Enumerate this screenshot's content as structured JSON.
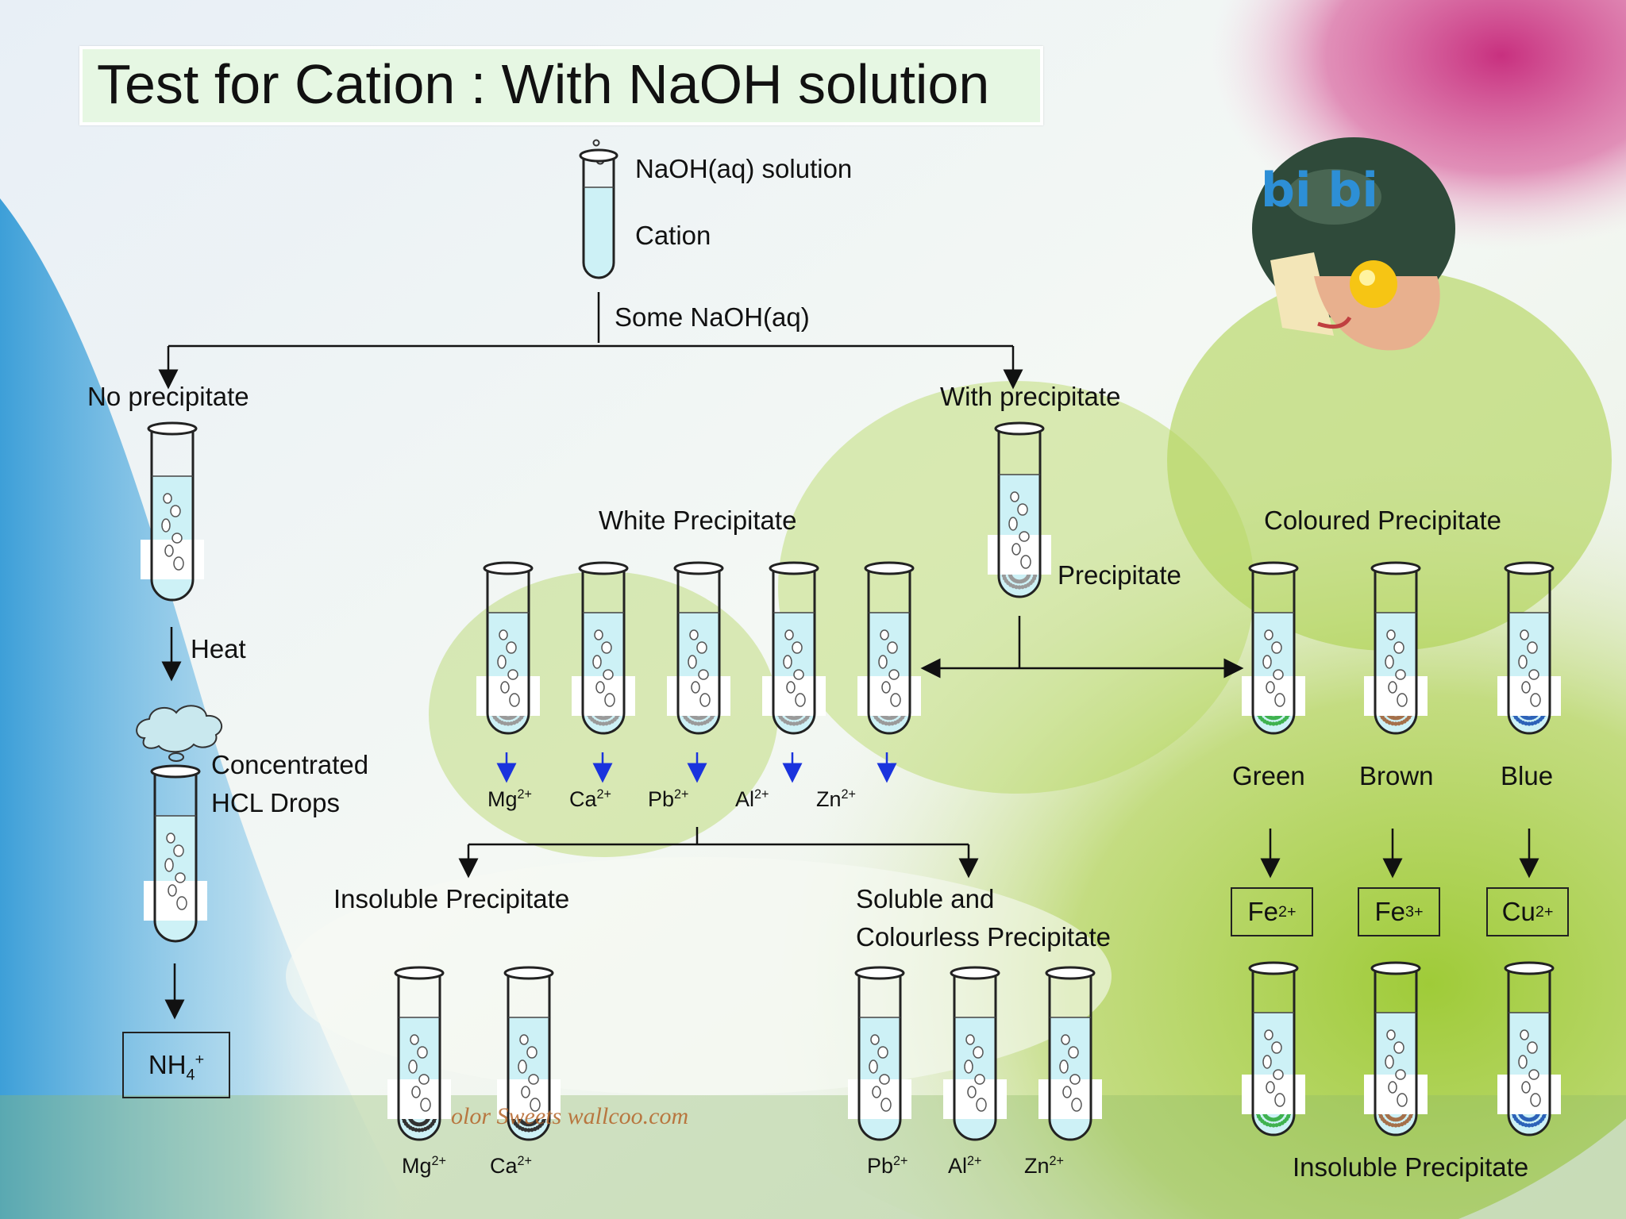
{
  "title": "Test for Cation : With NaOH solution",
  "top_tube": {
    "reagent_label": "NaOH(aq)  solution",
    "content_label": "Cation"
  },
  "step_label": "Some NaOH(aq)",
  "no_precipitate": {
    "label": "No precipitate",
    "heat_label": "Heat",
    "hcl_label_1": "Concentrated",
    "hcl_label_2": "HCL Drops",
    "result": {
      "base": "NH",
      "sub": "4",
      "sup": "+"
    }
  },
  "with_precipitate": {
    "label": "With precipitate",
    "tube_label": "Precipitate"
  },
  "white_precipitate": {
    "label": "White Precipitate",
    "ions": [
      {
        "base": "Mg",
        "sup": "2+"
      },
      {
        "base": "Ca",
        "sup": "2+"
      },
      {
        "base": "Pb",
        "sup": "2+"
      },
      {
        "base": "Al",
        "sup": "2+"
      },
      {
        "base": "Zn",
        "sup": "2+"
      }
    ]
  },
  "insoluble_precipitate": {
    "label": "Insoluble Precipitate",
    "ions": [
      {
        "base": "Mg",
        "sup": "2+"
      },
      {
        "base": "Ca",
        "sup": "2+"
      }
    ]
  },
  "soluble_precipitate": {
    "label_1": "Soluble and",
    "label_2": "Colourless Precipitate",
    "ions": [
      {
        "base": "Pb",
        "sup": "2+"
      },
      {
        "base": "Al",
        "sup": "2+"
      },
      {
        "base": "Zn",
        "sup": "2+"
      }
    ]
  },
  "coloured_precipitate": {
    "label": "Coloured Precipitate",
    "colours": [
      "Green",
      "Brown",
      "Blue"
    ],
    "ions": [
      {
        "base": "Fe",
        "sup": "2+"
      },
      {
        "base": "Fe",
        "sup": "3+"
      },
      {
        "base": "Cu",
        "sup": "2+"
      }
    ],
    "bottom_label": "Insoluble Precipitate"
  },
  "mascot_text": "bi bi",
  "watermark_text": "olor Sweets  wallcoo.com",
  "colors": {
    "liquid": "#cdf1f6",
    "precipitate_white": "#9a9a9a",
    "precipitate_green": "#3fb24f",
    "precipitate_brown": "#a5704a",
    "precipitate_blue": "#2d62b8",
    "precipitate_insoluble": "#333333",
    "arrow_blue": "#1a33dd",
    "title_box": "#e6f7e3"
  }
}
